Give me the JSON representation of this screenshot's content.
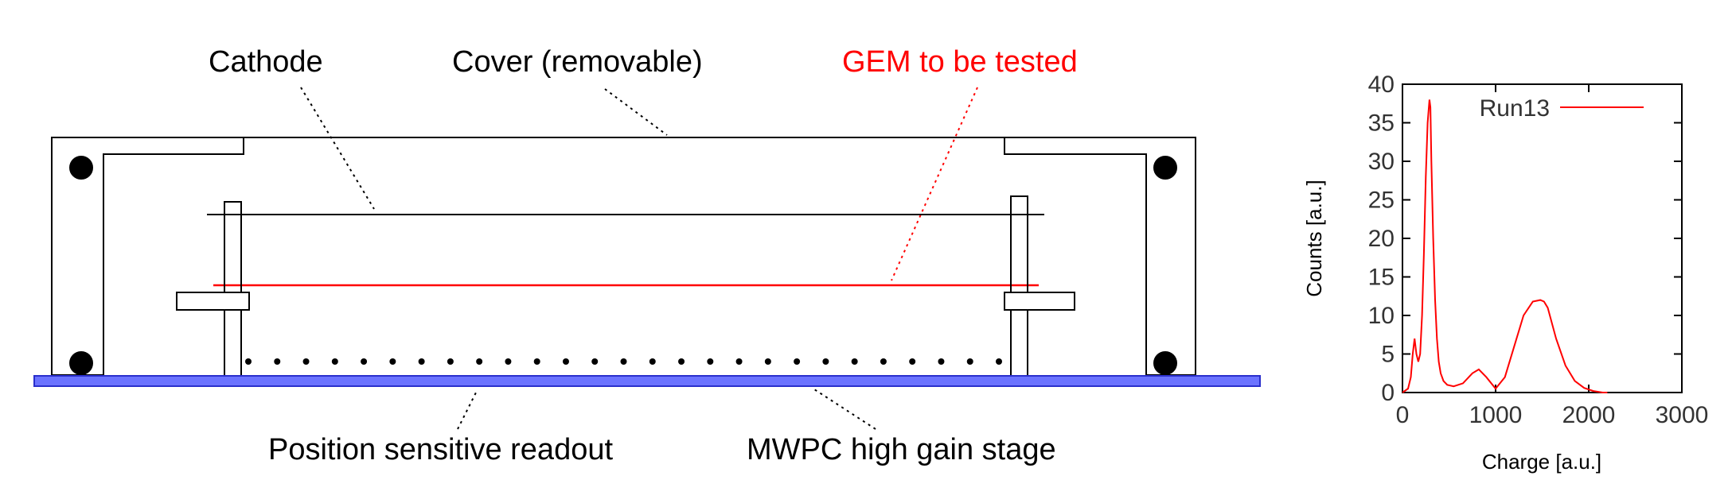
{
  "diagram": {
    "labels": {
      "cathode": "Cathode",
      "cover": "Cover (removable)",
      "gem": "GEM to be tested",
      "readout": "Position sensitive readout",
      "mwpc": "MWPC high gain stage"
    },
    "colors": {
      "gem": "#ff0000",
      "readout_plate": "#6b73ff",
      "line": "#000000"
    }
  },
  "chart_data": {
    "type": "line",
    "title": "",
    "xlabel": "Charge [a.u.]",
    "ylabel": "Counts [a.u.]",
    "xlim": [
      0,
      3000
    ],
    "ylim": [
      0,
      40
    ],
    "xticks": [
      0,
      1000,
      2000,
      3000
    ],
    "yticks": [
      0,
      5,
      10,
      15,
      20,
      25,
      30,
      35,
      40
    ],
    "legend_position": "top-right",
    "series": [
      {
        "name": "Run13",
        "color": "#ff0000",
        "x": [
          0,
          60,
          90,
          110,
          130,
          150,
          170,
          190,
          210,
          230,
          250,
          270,
          290,
          300,
          310,
          330,
          350,
          370,
          390,
          410,
          440,
          480,
          550,
          650,
          750,
          820,
          900,
          1000,
          1100,
          1200,
          1300,
          1400,
          1480,
          1520,
          1560,
          1650,
          1750,
          1850,
          1950,
          2050,
          2150,
          2200
        ],
        "y": [
          0,
          0.5,
          2,
          5,
          7,
          5,
          4,
          5,
          10,
          18,
          28,
          35,
          38,
          37,
          30,
          20,
          12,
          7,
          4,
          2.5,
          1.5,
          1,
          0.8,
          1.2,
          2.5,
          3,
          2,
          0.5,
          2,
          6,
          10,
          11.8,
          12,
          11.8,
          11,
          7,
          3.5,
          1.5,
          0.6,
          0.2,
          0,
          0
        ]
      }
    ]
  }
}
